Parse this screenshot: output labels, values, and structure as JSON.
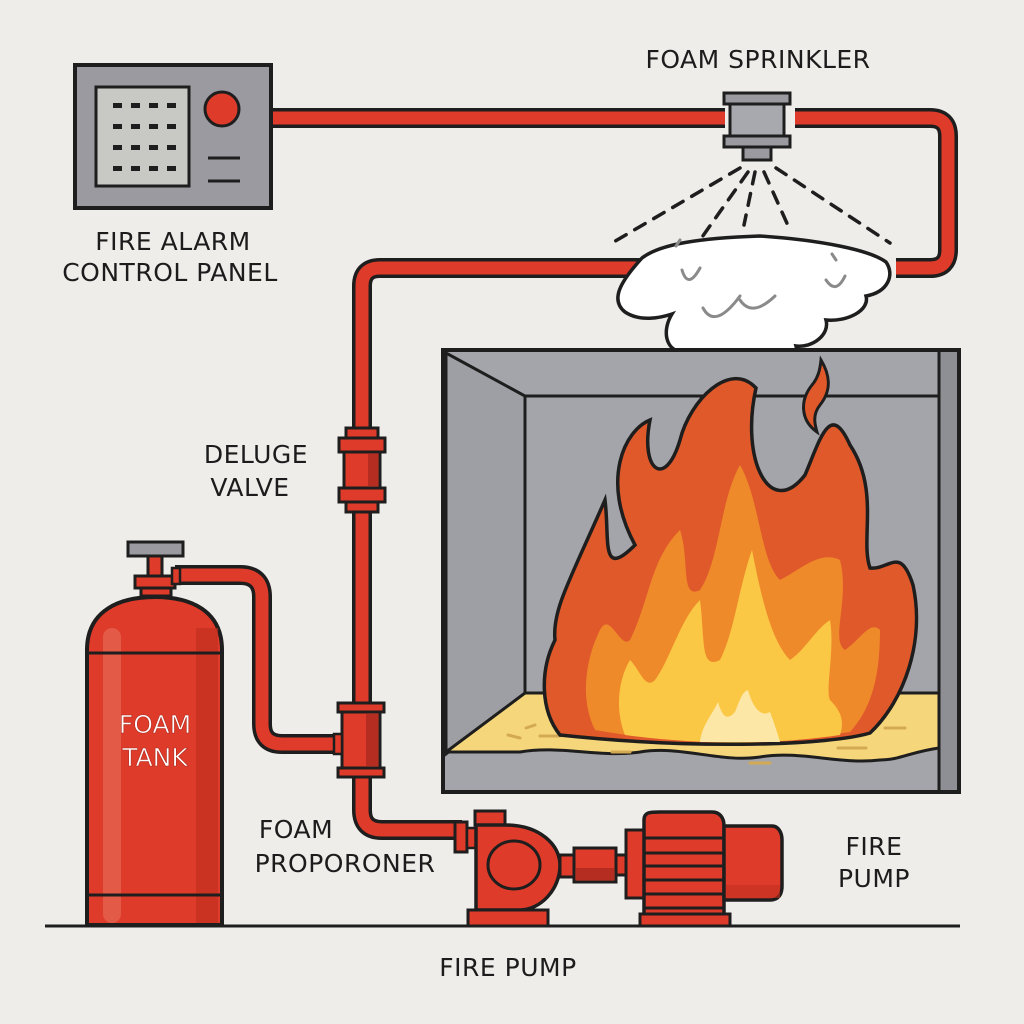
{
  "title": "Foam Fire Suppression System",
  "colors": {
    "background": "#efedea",
    "pipe": "#de3b2a",
    "pipe_dark": "#b52d20",
    "outline": "#1e1e1e",
    "panel_gray": "#9a9aa0",
    "panel_light": "#c8c9c4",
    "room_gray": "#a4a5aa",
    "room_dark": "#8e8f94",
    "flame_outer": "#e0592a",
    "flame_mid": "#ef8a2b",
    "flame_inner": "#fbc845",
    "flame_core": "#fde7a6",
    "fuel_pool": "#f6d67a",
    "foam": "#ffffff"
  },
  "labels": {
    "fire_alarm_line1": "FIRE ALARM",
    "fire_alarm_line2": "CONTROL PANEL",
    "foam_sprinkler": "FOAM SPRINKLER",
    "deluge_line1": "DELUGE",
    "deluge_line2": "VALVE",
    "foam_tank_line1": "FOAM",
    "foam_tank_line2": "TANK",
    "proportioner_line1": "FOAM",
    "proportioner_line2": "PROPORONER",
    "fire_pump_right_line1": "FIRE",
    "fire_pump_right_line2": "PUMP",
    "fire_pump_bottom": "FIRE PUMP"
  },
  "components": [
    {
      "id": "fire-alarm-control-panel",
      "icon": "control-panel-icon"
    },
    {
      "id": "foam-sprinkler",
      "icon": "sprinkler-head-icon"
    },
    {
      "id": "deluge-valve",
      "icon": "valve-icon"
    },
    {
      "id": "foam-tank",
      "icon": "gas-cylinder-icon"
    },
    {
      "id": "foam-proportioner",
      "icon": "pipe-fitting-icon"
    },
    {
      "id": "fire-pump",
      "icon": "centrifugal-pump-icon"
    },
    {
      "id": "motor",
      "icon": "electric-motor-icon"
    },
    {
      "id": "fire-room",
      "icon": "flame-icon"
    }
  ]
}
